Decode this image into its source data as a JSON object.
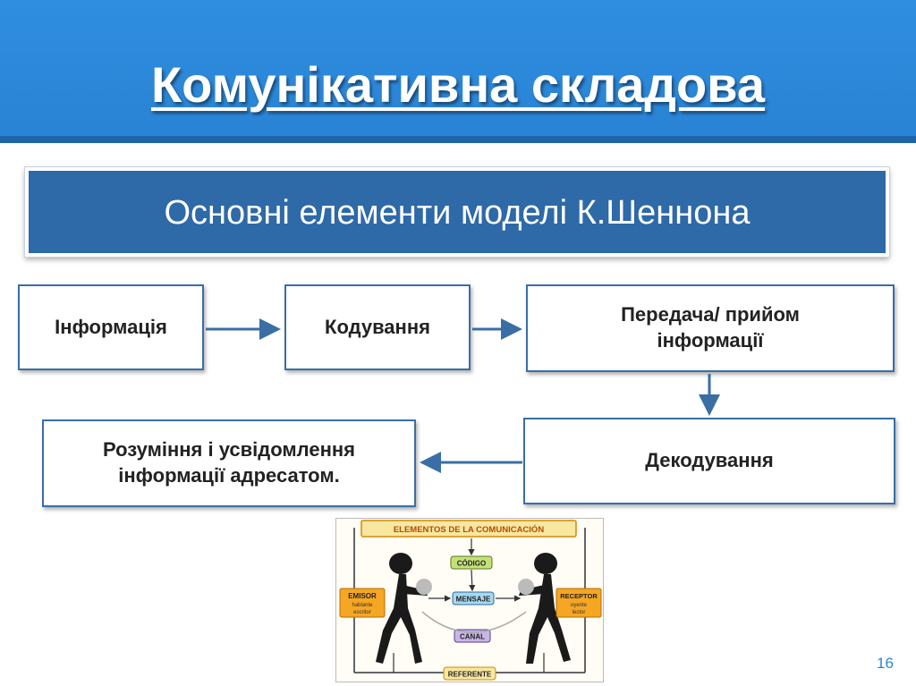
{
  "slide": {
    "title": "Комунікативна складова",
    "subtitle": "Основні елементи моделі К.Шеннона",
    "page_number": "16"
  },
  "diagram": {
    "nodes": {
      "information": "Інформація",
      "encoding": "Кодування",
      "transmission": "Передача/ прийом інформації",
      "decoding": "Декодування",
      "understanding": "Розуміння і усвідомлення інформації адресатом."
    }
  },
  "illustration": {
    "title": "ELEMENTOS DE LA COMUNICACIÓN",
    "codigo": "CÓDIGO",
    "mensaje": "MENSAJE",
    "canal": "CANAL",
    "referente": "REFERENTE",
    "emisor": "EMISOR",
    "emisor_sub1": "hablante",
    "emisor_sub2": "escritor",
    "receptor": "RECEPTOR",
    "receptor_sub1": "oyente",
    "receptor_sub2": "lector"
  },
  "colors": {
    "title_bar": "#2a83d4",
    "subtitle_box": "#2e69a8",
    "node_border": "#3a6ea5",
    "arrow": "#3a6ea5"
  }
}
